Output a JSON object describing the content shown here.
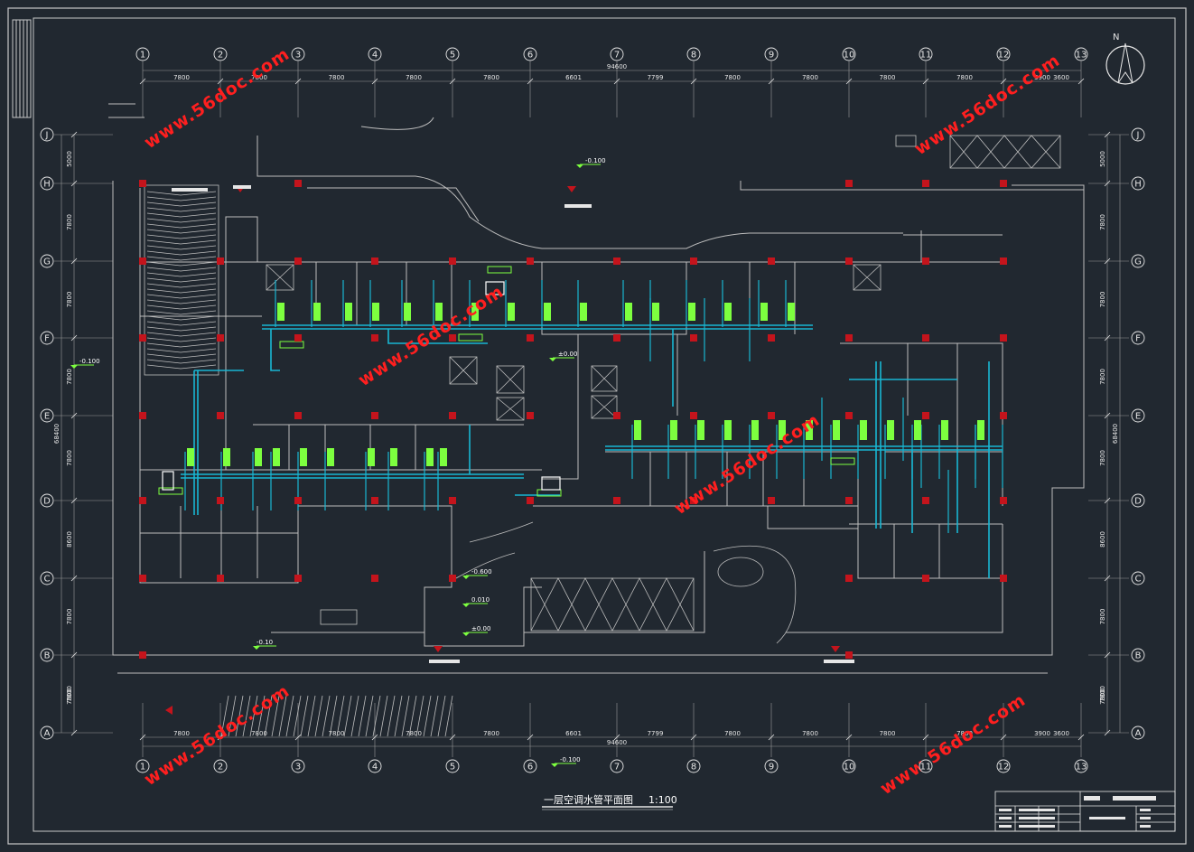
{
  "drawing": {
    "title": "一层空调水管平面图",
    "scale": "1:100"
  },
  "grid": {
    "columns": [
      "1",
      "2",
      "3",
      "4",
      "5",
      "6",
      "7",
      "8",
      "9",
      "10",
      "11",
      "12",
      "13"
    ],
    "rows": [
      "J",
      "H",
      "G",
      "F",
      "E",
      "D",
      "C",
      "B",
      "A"
    ],
    "top_spacings": [
      "7800",
      "7800",
      "7800",
      "7800",
      "7800",
      "6601",
      "7799",
      "7800",
      "7800",
      "7800",
      "7800",
      "3900",
      "3600"
    ],
    "top_total": "94600",
    "bottom_spacings": [
      "7800",
      "7800",
      "7800",
      "7800",
      "7800",
      "6601",
      "7799",
      "7800",
      "7800",
      "7800",
      "7800",
      "3900",
      "3600"
    ],
    "bottom_total": "94600",
    "left_spacings": [
      "5000",
      "7800",
      "7800",
      "7800",
      "7800",
      "8600",
      "7800",
      "7800",
      "7800"
    ],
    "left_total": "68400",
    "right_spacings": [
      "5000",
      "7800",
      "7800",
      "7800",
      "7800",
      "8600",
      "7800",
      "7800",
      "7800"
    ],
    "right_total": "68400"
  },
  "elevations": [
    "-0.100",
    "-0.100",
    "±0.00",
    "-0.600",
    "0.010",
    "±0.00",
    "-0.10",
    "-0.100"
  ],
  "watermark": "www.56doc.com",
  "north": "N",
  "colors": {
    "background": "#212830",
    "linework": "#c8c8c8",
    "pipe": "#19b6d2",
    "pipe_dark": "#1a6fd6",
    "tag": "#7dff3f",
    "column": "#c4141c",
    "watermark": "#ff1f1f"
  }
}
